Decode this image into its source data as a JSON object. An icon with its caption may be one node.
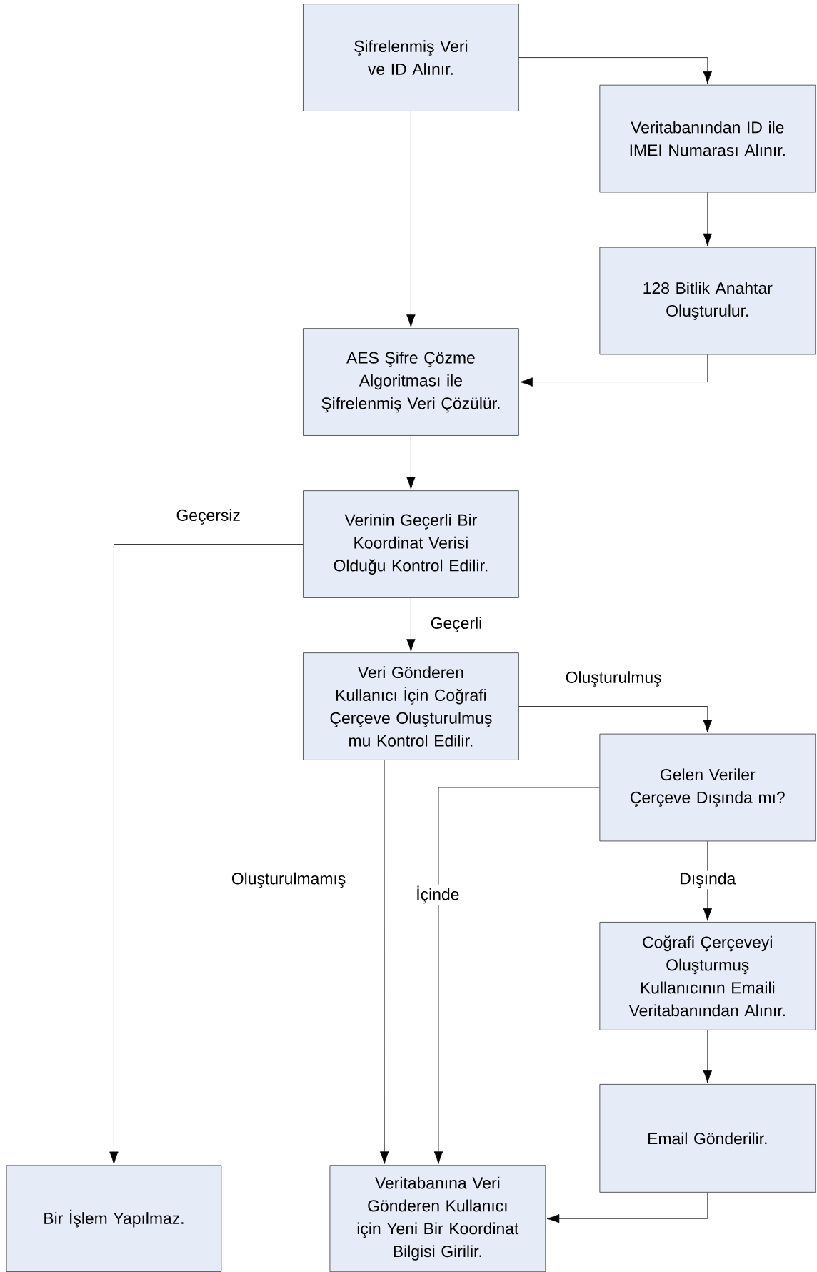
{
  "diagram": {
    "nodes": [
      {
        "text": [
          "Şifrelenmiş Veri ve ID Alınır."
        ]
      },
      {
        "text": [
          "Veritabanından ID ile IMEI Numarası Alınır."
        ]
      },
      {
        "text": [
          "128 Bitlik Anahtar Oluşturulur."
        ]
      },
      {
        "text": [
          "AES Şifre Çözme Algoritması ile Şifrelenmiş Veri Çözülür."
        ]
      },
      {
        "text": [
          "Verinin Geçerli Bir Koordinat Verisi Olduğu Kontrol Edilir."
        ]
      },
      {
        "text": [
          "Veri Gönderen Kullanıcı İçin Coğrafi Çerçeve Oluşturulmuş mu Kontrol Edilir."
        ]
      },
      {
        "text": [
          "Gelen Veriler Çerçeve Dışında mı?"
        ]
      },
      {
        "text": [
          "Coğrafi Çerçeveyi Oluşturmuş Kullanıcının Emaili Veritabanından Alınır."
        ]
      },
      {
        "text": [
          "Email Gönderilir."
        ]
      },
      {
        "text": [
          "Bir İşlem Yapılmaz."
        ]
      },
      {
        "text": [
          "Veritabanına Veri Gönderen Kullanıcı için Yeni Bir Koordinat Bilgisi Girilir."
        ]
      }
    ],
    "edges": [
      {
        "from": 0,
        "to": 1,
        "arrow": "to"
      },
      {
        "from": 0,
        "to": 3,
        "arrow": "to"
      },
      {
        "from": 1,
        "to": 2,
        "arrow": "to"
      },
      {
        "from": 2,
        "to": 3,
        "arrow": "to"
      },
      {
        "from": 3,
        "to": 4,
        "arrow": "to"
      },
      {
        "from": 4,
        "to": 9,
        "arrow": "to",
        "label": "Geçersiz"
      },
      {
        "from": 4,
        "to": 5,
        "arrow": "to",
        "label": "Geçerli"
      },
      {
        "from": 5,
        "to": 6,
        "arrow": "to",
        "label": "Oluşturulmuş"
      },
      {
        "from": 5,
        "to": 10,
        "arrow": "to",
        "label": "Oluşturulmamış"
      },
      {
        "from": 6,
        "to": 10,
        "arrow": "to",
        "label": "İçinde"
      },
      {
        "from": 6,
        "to": 7,
        "arrow": "to",
        "label": "Dışında"
      },
      {
        "from": 7,
        "to": 8,
        "arrow": "to"
      },
      {
        "from": 8,
        "to": 10,
        "arrow": "to"
      }
    ]
  }
}
